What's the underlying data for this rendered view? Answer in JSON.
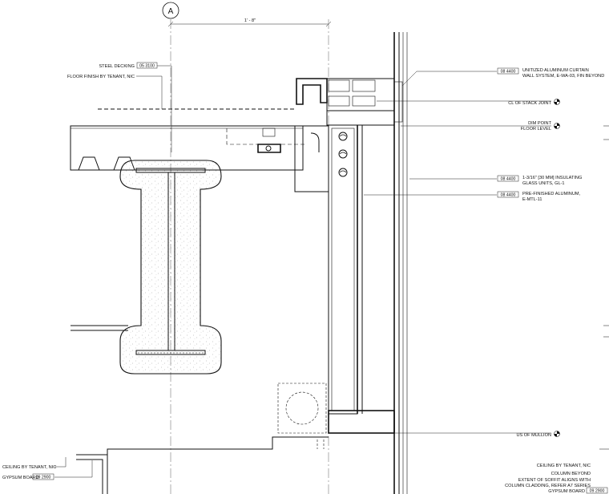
{
  "grid": {
    "bubble": "A"
  },
  "dimension": {
    "text": "1' - 8\""
  },
  "labels": {
    "steel_decking": {
      "text": "STEEL DECKING",
      "tag": "05 3100"
    },
    "floor_finish": {
      "text": "FLOOR FINISH BY TENANT, NIC"
    },
    "curtain_wall": {
      "tag": "08 4400",
      "line1": "UNITIZED ALUMINUM CURTAIN",
      "line2": "WALL SYSTEM, E-WA-03, FIN BEYOND"
    },
    "stack_joint": {
      "text": "CL OF STACK JOINT"
    },
    "dim_point": {
      "line1": "DIM POINT",
      "line2": "FLOOR LEVEL"
    },
    "insulating_glass": {
      "tag": "08 4400",
      "line1": "1-3/16\" [30 MM] INSULATING",
      "line2": "GLASS UNITS, GL-1"
    },
    "prefinished_aluminum": {
      "tag": "08 4400",
      "line1": "PRE-FINISHED ALUMINUM,",
      "line2": "E-MTL-11"
    },
    "us_mullion": {
      "text": "US OF MULLION"
    },
    "ceiling_left": {
      "text": "CEILING BY TENANT, NIC"
    },
    "gypsum_left": {
      "text": "GYPSUM BOARD",
      "tag": "09 2900"
    },
    "ceiling_right": {
      "text": "CEILING BY TENANT, NIC"
    },
    "column_beyond": {
      "text": "COLUMN BEYOND"
    },
    "soffit": {
      "line1": "EXTENT OF SOFFIT ALIGNS WITH",
      "line2": "COLUMN CLADDING, REFER A7 SERIES"
    },
    "gypsum_right": {
      "text": "GYPSUM BOARD",
      "tag": "09 2900"
    }
  }
}
